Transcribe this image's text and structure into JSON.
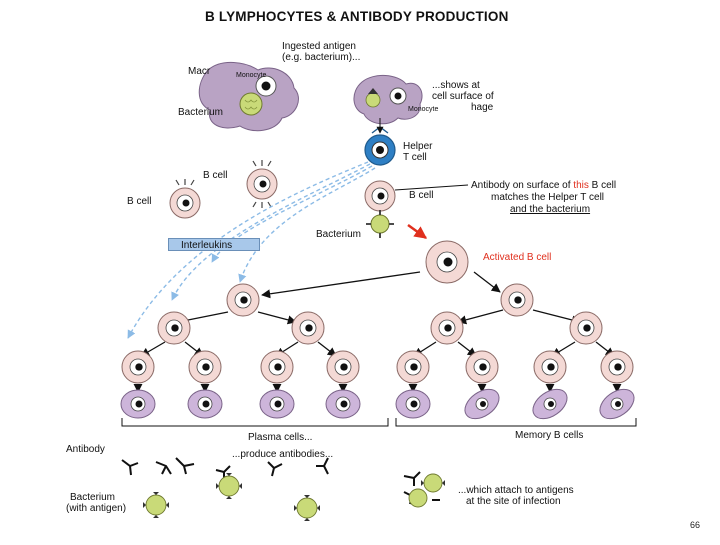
{
  "title": "B LYMPHOCYTES & ANTIBODY PRODUCTION",
  "labels": {
    "ingested_antigen_1": "Ingested antigen",
    "ingested_antigen_2": "(e.g. bacterium)...",
    "macr": "Macr",
    "monocyte_1": "Monocyte",
    "monocyte_2": "Monocyte",
    "shows_1": "...shows at",
    "shows_2": "cell surface of",
    "hage": "hage",
    "bacterium_top": "Bacterium",
    "helper_1": "Helper",
    "helper_2": "T cell",
    "b_cell_top": "B cell",
    "b_cell_left": "B cell",
    "b_cell_center": "B cell",
    "antibody_match_1_pre": "Antibody on surface of ",
    "antibody_match_1_this": "this",
    "antibody_match_1_post": " B cell",
    "antibody_match_2": "matches the Helper T cell",
    "antibody_match_3": "and the bacterium",
    "bacterium_mid": "Bacterium",
    "interleukins": "Interleukins",
    "activated": "Activated B cell",
    "plasma": "Plasma cells...",
    "memory": "Memory B cells",
    "antibody": "Antibody",
    "produce": "...produce antibodies...",
    "bacterium_bottom_1": "Bacterium",
    "bacterium_bottom_2": "(with antigen)",
    "attach_1": "...which attach to antigens",
    "attach_2": "at the site of infection",
    "page_number": "66"
  },
  "colors": {
    "cell_fill": "#f4d9d5",
    "cell_stroke": "#8a6a66",
    "nucleus": "#111111",
    "helper_fill": "#2e7fc4",
    "macrophage_fill": "#b9a3c4",
    "bacterium_fill": "#c9da78",
    "plasma_fill": "#cdb5da",
    "arrow_dashed": "#8cbbe6",
    "arrow_red": "#e0301e",
    "line_black": "#111111"
  }
}
